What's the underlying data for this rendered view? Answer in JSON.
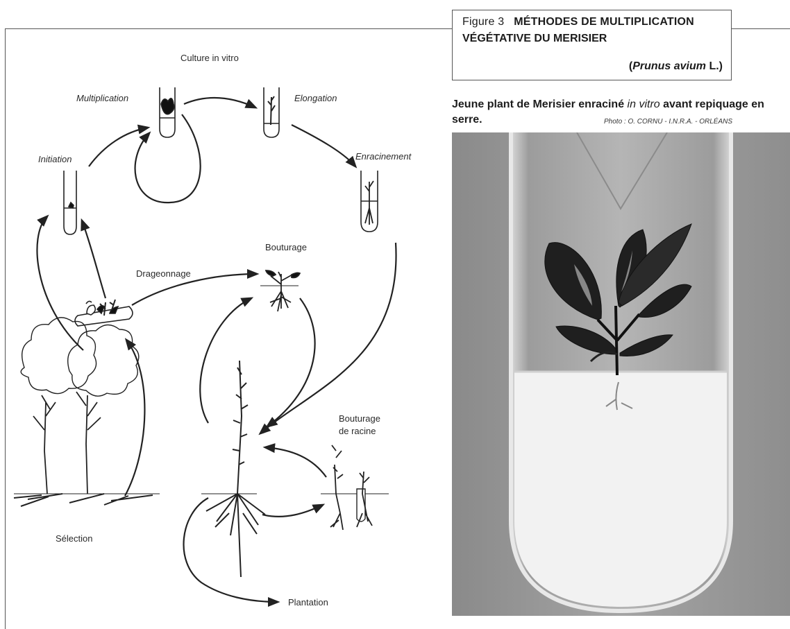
{
  "figure": {
    "label": "Figure 3",
    "title_line1": "MÉTHODES DE MULTIPLICATION",
    "title_line2": "VÉGÉTATIVE DU MERISIER",
    "species_open": "(",
    "species_name": "Prunus avium",
    "species_author": " L.)"
  },
  "photo": {
    "caption_part1": "Jeune plant de Merisier enraciné ",
    "caption_italic": "in vitro",
    "caption_part2": " avant repiquage en serre.",
    "credit": "Photo : O. CORNU - I.N.R.A. - ORLÉANS"
  },
  "diagram": {
    "culture_in_vitro": "Culture in vitro",
    "multiplication": "Multiplication",
    "elongation": "Elongation",
    "initiation": "Initiation",
    "enracinement": "Enracinement",
    "bouturage": "Bouturage",
    "drageonnage": "Drageonnage",
    "bouturage_racine_1": "Bouturage",
    "bouturage_racine_2": "de racine",
    "selection": "Sélection",
    "plantation": "Plantation"
  }
}
